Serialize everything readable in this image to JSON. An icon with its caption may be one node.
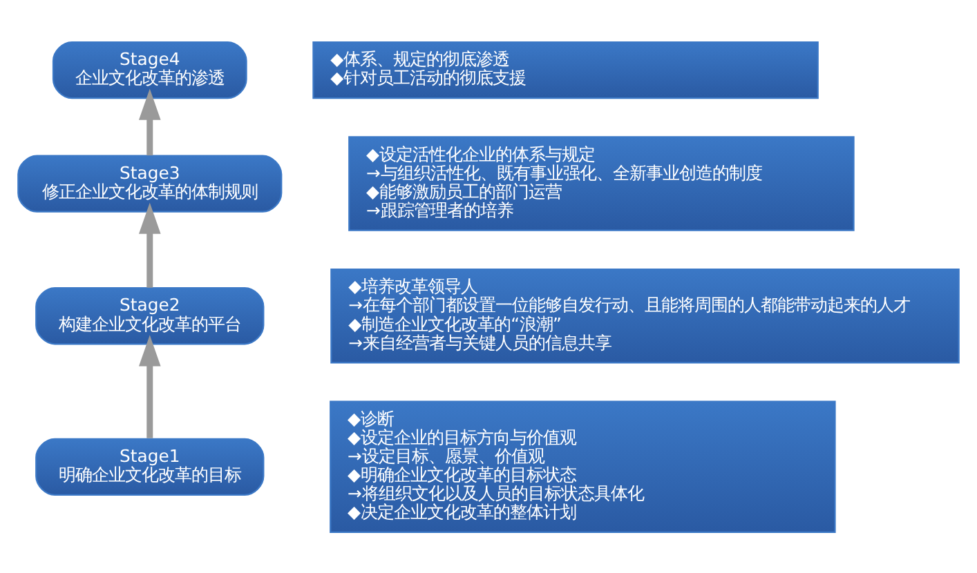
{
  "diagram": {
    "nodes": [
      {
        "text": [
          "Stage4",
          "企业文化改革的渗透"
        ]
      },
      {
        "text": [
          "◆体系、规定的彻底渗透",
          "◆针对员工活动的彻底支援"
        ]
      },
      {
        "text": [
          "Stage3",
          "修正企业文化改革的体制规则"
        ]
      },
      {
        "text": [
          "◆设定活性化企业的体系与规定",
          "→与组织活性化、既有事业强化、全新事业创造的制度",
          "◆能够激励员工的部门运营",
          "→跟踪管理者的培养"
        ]
      },
      {
        "text": [
          "Stage2",
          "构建企业文化改革的平台"
        ]
      },
      {
        "text": [
          "◆培养改革领导人",
          "→在每个部门都设置一位能够自发行动、且能将周围的人都能带动起来的人才",
          "◆制造企业文化改革的“浪潮”",
          "→来自经营者与关键人员的信息共享"
        ]
      },
      {
        "text": [
          "Stage1",
          "明确企业文化改革的目标"
        ]
      },
      {
        "text": [
          "◆诊断",
          "◆设定企业的目标方向与价值观",
          "→设定目标、愿景、价值观",
          "◆明确企业文化改革的目标状态",
          "→将组织文化以及人员的目标状态具体化",
          "◆决定企业文化改革的整体计划"
        ]
      }
    ],
    "edges": [
      {
        "from": 6,
        "to": 4,
        "arrow": "to"
      },
      {
        "from": 4,
        "to": 2,
        "arrow": "to"
      },
      {
        "from": 2,
        "to": 0,
        "arrow": "to"
      }
    ]
  }
}
